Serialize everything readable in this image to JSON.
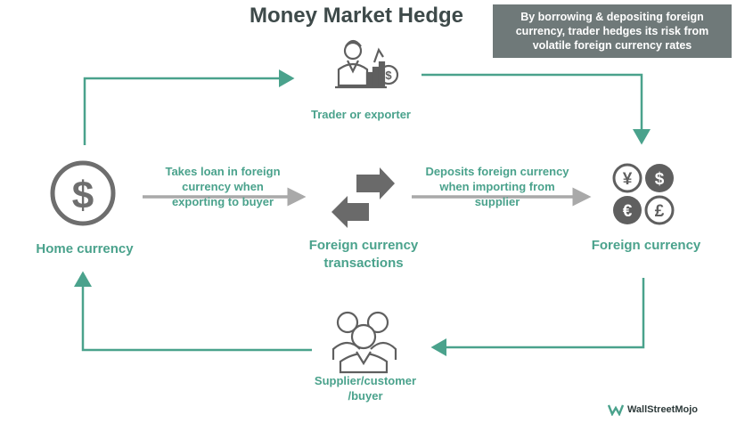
{
  "title": "Money Market Hedge",
  "callout": "By borrowing & depositing foreign currency, trader hedges its risk from volatile foreign currency rates",
  "nodes": {
    "trader": "Trader or exporter",
    "home": "Home currency",
    "transactions": [
      "Foreign currency",
      "transactions"
    ],
    "foreign": "Foreign currency",
    "supplier": [
      "Supplier/customer",
      "/buyer"
    ]
  },
  "edges": {
    "loan": [
      "Takes loan in foreign",
      "currency when",
      "exporting to buyer"
    ],
    "deposit": [
      "Deposits foreign currency",
      "when importing from",
      "supplier"
    ]
  },
  "icons": {
    "dollar": "dollar-icon",
    "trader": "trader-icon",
    "exchange": "exchange-arrows-icon",
    "currencies": "currency-symbols-icon",
    "people": "people-group-icon",
    "brand": "wallstreetmojo-logo-icon"
  },
  "brand": "WallStreetMojo",
  "colors": {
    "accent": "#4aa28c",
    "gray": "#767676",
    "dark": "#3e4a4a",
    "callout": "#6f7979"
  }
}
